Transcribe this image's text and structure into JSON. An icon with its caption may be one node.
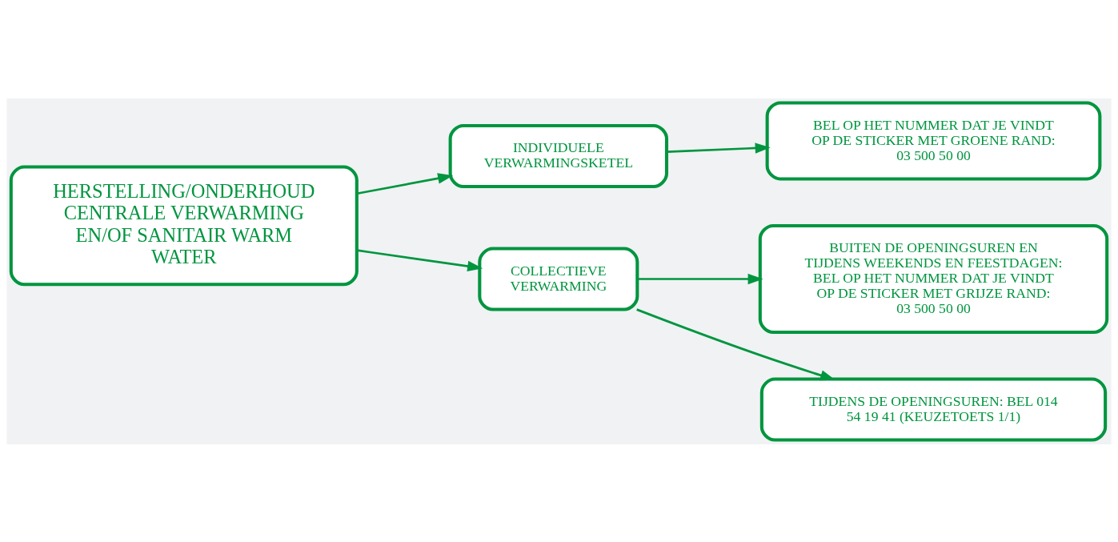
{
  "diagram": {
    "nodes": [
      {
        "text": [
          "HERSTELLING/ONDERHOUD CENTRALE VERWARMING EN/OF SANITAIR WARM WATER"
        ]
      },
      {
        "text": [
          "INDIVIDUELE VERWARMINGSKETEL"
        ]
      },
      {
        "text": [
          "BEL OP HET NUMMER DAT JE VINDT OP DE STICKER MET GROENE RAND: 03 500 50 00"
        ]
      },
      {
        "text": [
          "COLLECTIEVE VERWARMING"
        ]
      },
      {
        "text": [
          "BUITEN DE OPENINGSUREN EN TIJDENS WEEKENDS EN FEESTDAGEN: BEL OP HET NUMMER DAT JE VINDT OP DE STICKER MET GRIJZE RAND: 03 500 50 00"
        ]
      },
      {
        "text": [
          "TIJDENS DE OPENINGSUREN: BEL 014 54 19 41 (KEUZETOETS 1/1)"
        ]
      }
    ],
    "edges": [
      {
        "from": 0,
        "to": 1,
        "arrow": "to"
      },
      {
        "from": 0,
        "to": 3,
        "arrow": "to"
      },
      {
        "from": 1,
        "to": 2,
        "arrow": "to"
      },
      {
        "from": 3,
        "to": 4,
        "arrow": "to"
      },
      {
        "from": 3,
        "to": 5,
        "arrow": "to"
      }
    ]
  }
}
